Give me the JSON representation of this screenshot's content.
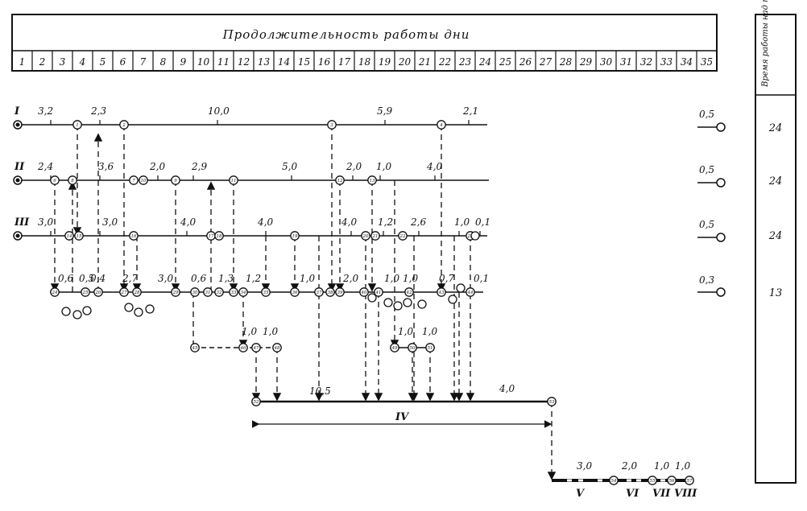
{
  "header": {
    "title": "Продолжительность работы дни",
    "days": [
      "1",
      "2",
      "3",
      "4",
      "5",
      "6",
      "7",
      "8",
      "9",
      "10",
      "11",
      "12",
      "13",
      "14",
      "15",
      "16",
      "17",
      "18",
      "19",
      "20",
      "21",
      "22",
      "23",
      "24",
      "25",
      "26",
      "27",
      "28",
      "29",
      "30",
      "31",
      "32",
      "33",
      "34",
      "35"
    ]
  },
  "side_column": {
    "title": "Время работы над про-ектом, дни",
    "values": [
      "24",
      "24",
      "24",
      "13"
    ]
  },
  "chains": [
    {
      "label": "I",
      "durations": [
        "3,2",
        "2,3",
        "10,0",
        "5,9",
        "2,1"
      ],
      "side_duration": "0,5",
      "node_labels": [
        "1",
        "2",
        "3",
        "4"
      ]
    },
    {
      "label": "II",
      "durations": [
        "2,4",
        "3,6",
        "2,0",
        "2,9",
        "5,0",
        "2,0",
        "1,0",
        "4,0"
      ],
      "side_duration": "0,5",
      "node_labels": [
        "6",
        "8",
        "7",
        "10",
        "9",
        "11",
        "12",
        "13"
      ]
    },
    {
      "label": "III",
      "durations": [
        "3,0",
        "3,0",
        "4,0",
        "4,0",
        "4,0",
        "1,2",
        "2,6",
        "1,0",
        "0,1"
      ],
      "side_duration": "0,5",
      "node_labels": [
        "14",
        "15",
        "16",
        "17",
        "18",
        "19",
        "20",
        "21",
        "22",
        "23"
      ]
    },
    {
      "label": "",
      "durations": [
        "0,6",
        "0,5",
        "0,4",
        "2,7",
        "3,0",
        "0,6",
        "1,3",
        "1,2",
        "1,0",
        "2,0",
        "1,0",
        "1,0",
        "0,7",
        "0,1"
      ],
      "side_duration": "0,3",
      "node_labels": [
        "24",
        "25",
        "26",
        "27",
        "28",
        "29",
        "30",
        "31",
        "32",
        "33",
        "34",
        "35",
        "36",
        "37",
        "38",
        "39",
        "40",
        "41",
        "42",
        "43",
        "44"
      ]
    }
  ],
  "sub_chain": {
    "durations": [
      "1,0",
      "1,0",
      "1,0",
      "1,0"
    ],
    "node_labels": [
      "45",
      "46",
      "47",
      "48",
      "49",
      "50",
      "51"
    ]
  },
  "main_line": {
    "label": "IV",
    "durations": [
      "10,5",
      "4,0"
    ],
    "node_labels": [
      "52",
      "53"
    ]
  },
  "final_chain": {
    "stages": [
      "V",
      "VI",
      "VII",
      "VIII"
    ],
    "durations": [
      "3,0",
      "2,0",
      "1,0",
      "1,0"
    ],
    "node_labels": [
      "54",
      "55",
      "56",
      "57"
    ]
  }
}
